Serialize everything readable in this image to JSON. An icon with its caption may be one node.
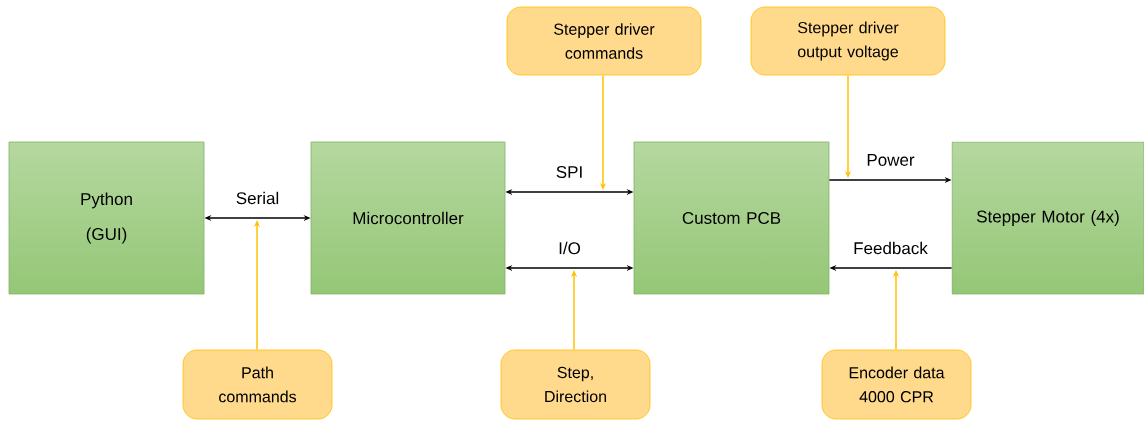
{
  "diagram": {
    "nodes": [
      {
        "text": [
          "Python",
          "(GUI)"
        ]
      },
      {
        "text": [
          "Microcontroller"
        ]
      },
      {
        "text": [
          "Custom PCB"
        ]
      },
      {
        "text": [
          "Stepper Motor (4x)"
        ]
      },
      {
        "text": [
          "Stepper driver commands"
        ]
      },
      {
        "text": [
          "Stepper driver output voltage"
        ]
      },
      {
        "text": [
          "Path commands"
        ]
      },
      {
        "text": [
          "Step, Direction"
        ]
      },
      {
        "text": [
          "Encoder data 4000 CPR"
        ]
      }
    ],
    "edges": [
      {
        "from": 0,
        "to": 1,
        "arrow": "both",
        "label": "Serial"
      },
      {
        "from": 1,
        "to": 2,
        "arrow": "both",
        "label": "SPI"
      },
      {
        "from": 1,
        "to": 2,
        "arrow": "both",
        "label": "I/O"
      },
      {
        "from": 2,
        "to": 3,
        "arrow": "to",
        "label": "Power"
      },
      {
        "from": 3,
        "to": 2,
        "arrow": "to",
        "label": "Feedback"
      },
      {
        "from": 4,
        "to": null,
        "arrow": "to",
        "color": "#ffc000"
      },
      {
        "from": 5,
        "to": null,
        "arrow": "to",
        "color": "#ffc000"
      },
      {
        "from": 6,
        "to": null,
        "arrow": "to",
        "color": "#ffc000"
      },
      {
        "from": 7,
        "to": null,
        "arrow": "to",
        "color": "#ffc000"
      },
      {
        "from": 8,
        "to": null,
        "arrow": "to",
        "color": "#ffc000"
      }
    ]
  }
}
